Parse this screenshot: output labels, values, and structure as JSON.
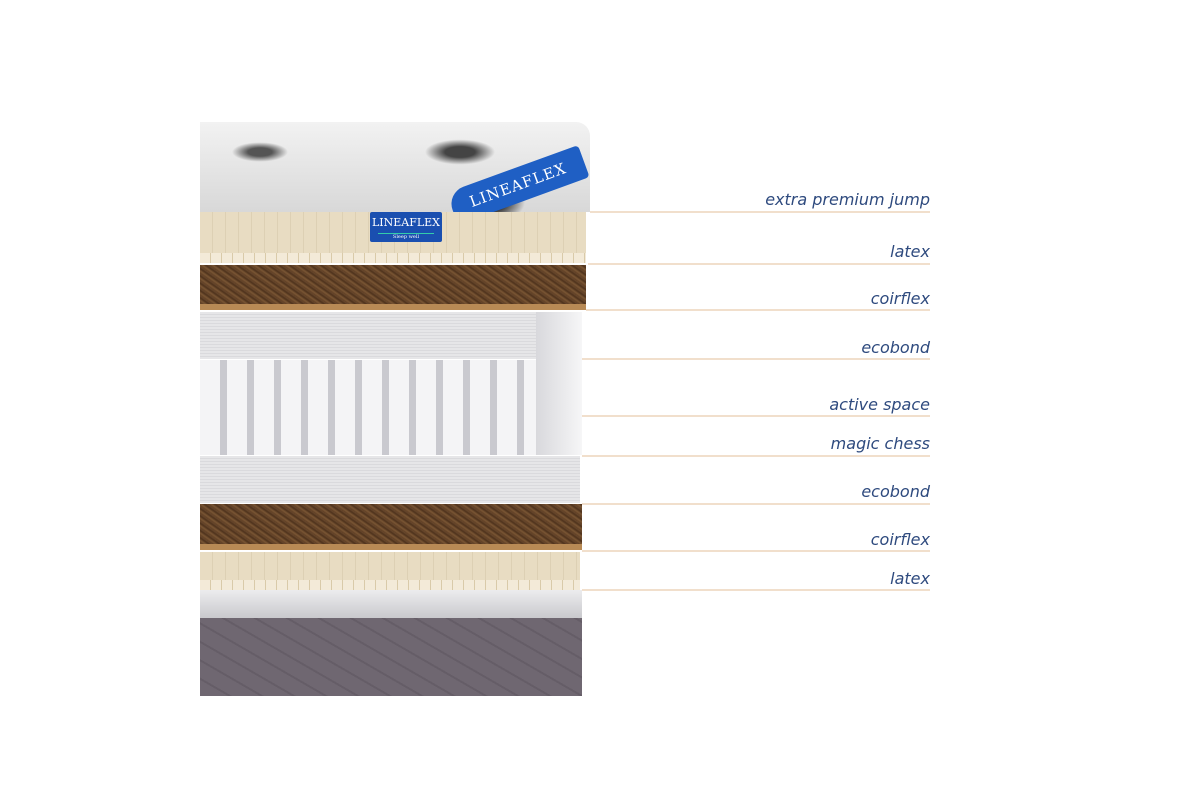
{
  "brand": {
    "name": "LINEAFLEX",
    "tagline": "Sleep well"
  },
  "layers": [
    {
      "label": "extra premium jump"
    },
    {
      "label": "latex"
    },
    {
      "label": "coirflex"
    },
    {
      "label": "ecobond"
    },
    {
      "label": "active space"
    },
    {
      "label": "magic chess"
    },
    {
      "label": "ecobond"
    },
    {
      "label": "coirflex"
    },
    {
      "label": "latex"
    }
  ],
  "colors": {
    "label": "#2e4a7e",
    "leader_line": "#f1dfcc",
    "brand_blue": "#1f5fc4"
  }
}
